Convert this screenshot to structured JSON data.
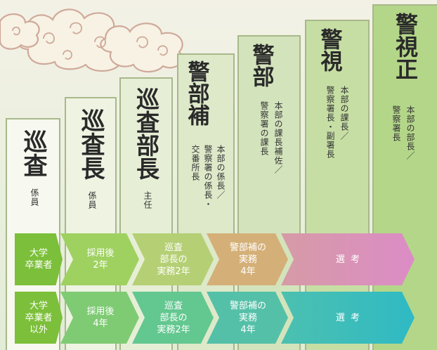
{
  "ranks": [
    {
      "title": "巡査",
      "desc": [
        "係員"
      ]
    },
    {
      "title": "巡査長",
      "desc": [
        "係員"
      ]
    },
    {
      "title": "巡査部長",
      "desc": [
        "主任"
      ]
    },
    {
      "title": "警部補",
      "desc": [
        "本部の係長／",
        "警察署の係長・",
        "交番所長"
      ]
    },
    {
      "title": "警部",
      "desc": [
        "本部の課長補佐／",
        "警察署の課長"
      ]
    },
    {
      "title": "警視",
      "desc": [
        "本部の課長／",
        "警察署長・副署長"
      ]
    },
    {
      "title": "警視正",
      "desc": [
        "本部の部長／",
        "警察署長"
      ]
    }
  ],
  "rows": [
    {
      "label": "大学\n卒業者",
      "steps": [
        "採用後\n2年",
        "巡査\n部長の\n実務2年",
        "警部補の\n実務\n4年",
        "選 考"
      ]
    },
    {
      "label": "大学\n卒業者\n以外",
      "steps": [
        "採用後\n4年",
        "巡査\n部長の\n実務2年",
        "警部補の\n実務\n4年",
        "選 考"
      ]
    }
  ],
  "colors": {
    "column_fills": [
      "#f7f8ef",
      "#eef3e2",
      "#e6efd6",
      "#dde9c9",
      "#d3e4bc",
      "#c6dea4",
      "#b4d689"
    ],
    "row1_steps": [
      "#9fd160",
      "#b5cf74",
      "#d4b078",
      "#dc8cc6"
    ],
    "row2_steps": [
      "#7fcb74",
      "#63c790",
      "#55c0a8",
      "#2fbac4"
    ],
    "label_fill": "#7cbf3a"
  }
}
